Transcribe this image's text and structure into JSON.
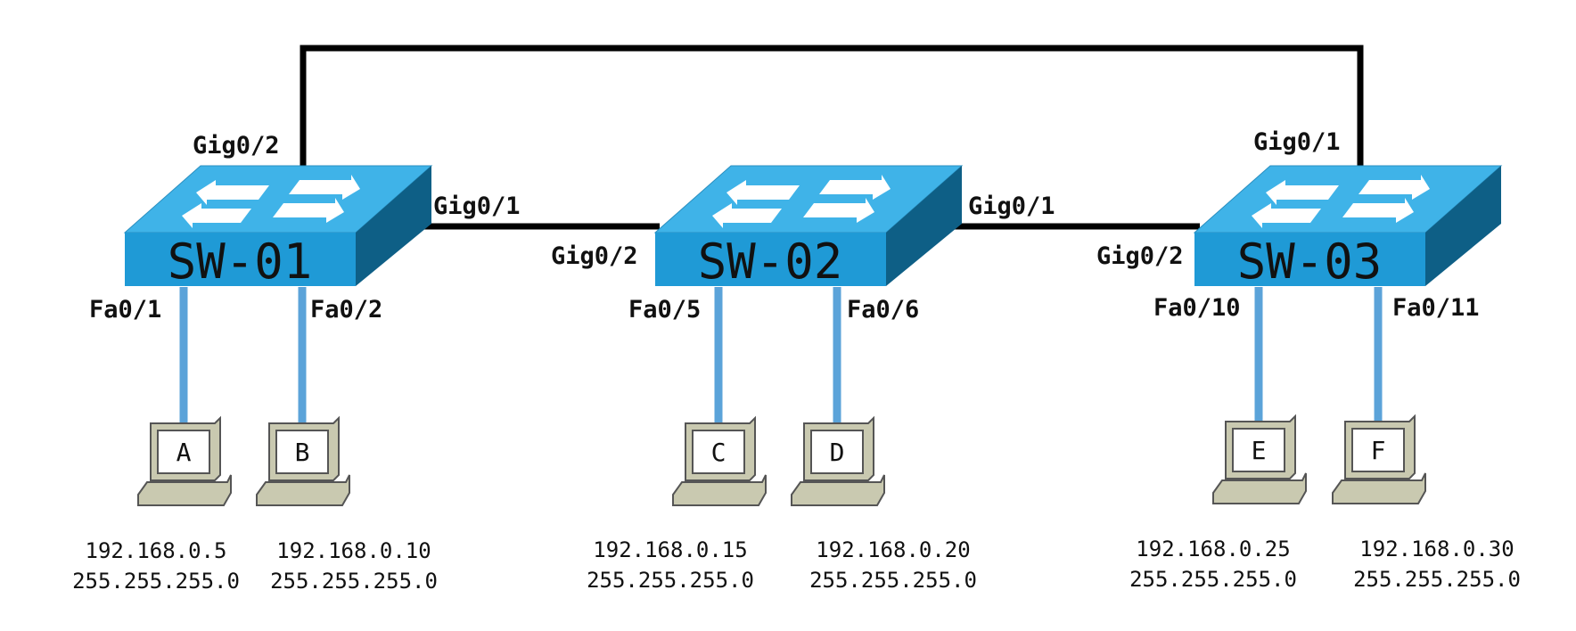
{
  "colors": {
    "switch_top": "#3fb3e8",
    "switch_front": "#1f9ad6",
    "switch_side": "#0e5f86",
    "access_link": "#5ba3d9",
    "trunk_link": "#000000",
    "pc_body": "#c9c9b0"
  },
  "switches": [
    {
      "name": "SW-01",
      "left_top_port": "Gig0/2",
      "right_port": "Gig0/1",
      "left_port": "",
      "port_a": "Fa0/1",
      "port_b": "Fa0/2"
    },
    {
      "name": "SW-02",
      "left_top_port": "",
      "right_port": "Gig0/1",
      "left_port": "Gig0/2",
      "port_a": "Fa0/5",
      "port_b": "Fa0/6"
    },
    {
      "name": "SW-03",
      "left_top_port": "Gig0/1",
      "right_port": "",
      "left_port": "Gig0/2",
      "port_a": "Fa0/10",
      "port_b": "Fa0/11"
    }
  ],
  "pcs": [
    {
      "letter": "A",
      "ip": "192.168.0.5",
      "mask": "255.255.255.0"
    },
    {
      "letter": "B",
      "ip": "192.168.0.10",
      "mask": "255.255.255.0"
    },
    {
      "letter": "C",
      "ip": "192.168.0.15",
      "mask": "255.255.255.0"
    },
    {
      "letter": "D",
      "ip": "192.168.0.20",
      "mask": "255.255.255.0"
    },
    {
      "letter": "E",
      "ip": "192.168.0.25",
      "mask": "255.255.255.0"
    },
    {
      "letter": "F",
      "ip": "192.168.0.30",
      "mask": "255.255.255.0"
    }
  ]
}
